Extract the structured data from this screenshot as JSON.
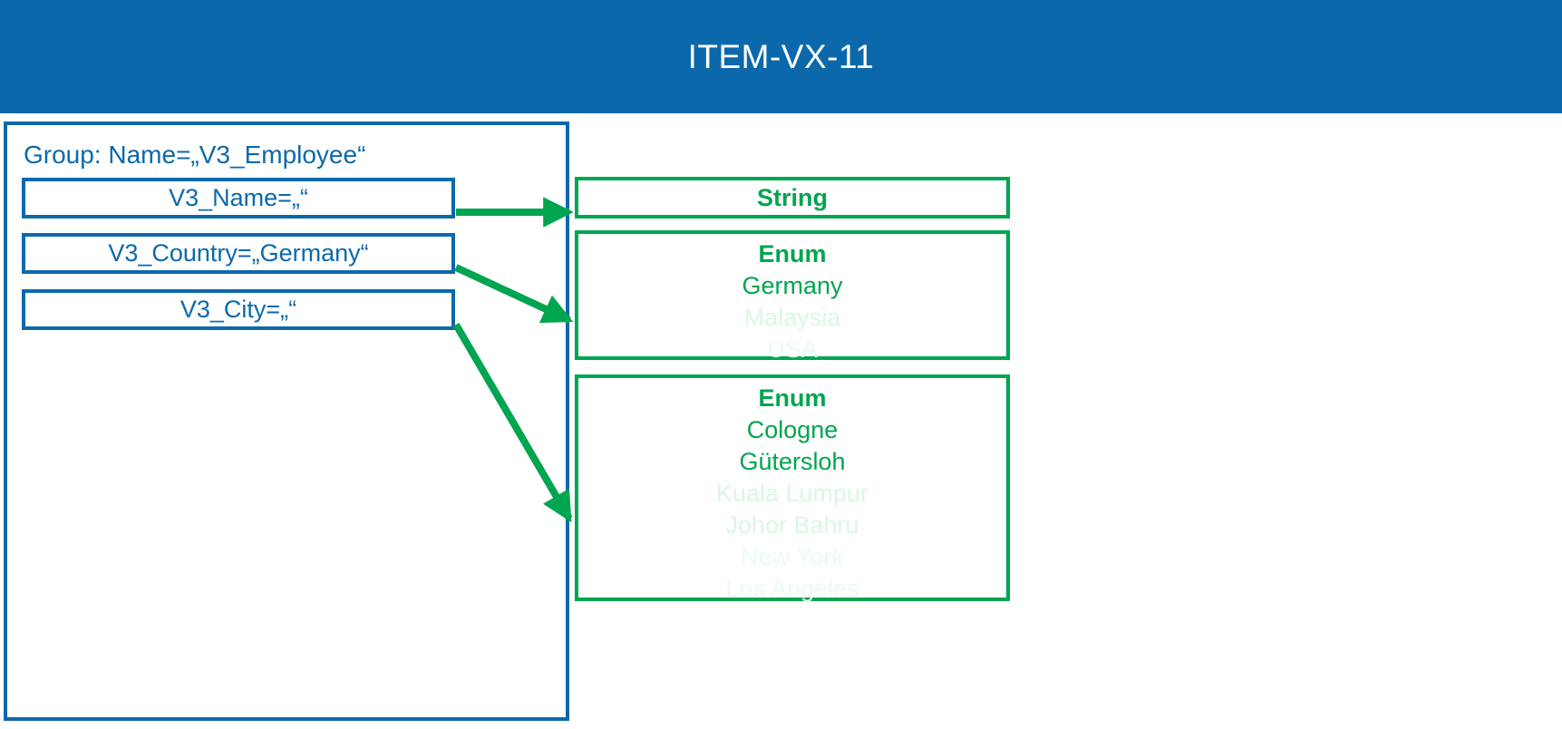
{
  "header": {
    "title": "ITEM-VX-11",
    "background_color": "#0b69ab",
    "text_color": "#ffffff"
  },
  "colors": {
    "blue": "#0b69ab",
    "green": "#00a550",
    "green_faded": "#d9f7e4",
    "green_faded_light": "#eafbf1",
    "white": "#ffffff"
  },
  "group_panel": {
    "label": "Group: Name=„V3_Employee“",
    "fields": [
      {
        "label": "V3_Name=„“"
      },
      {
        "label": "V3_Country=„Germany“"
      },
      {
        "label": "V3_City=„“"
      }
    ]
  },
  "type_boxes": [
    {
      "title": "String",
      "values": []
    },
    {
      "title": "Enum",
      "values": [
        {
          "text": "Germany",
          "state": "active"
        },
        {
          "text": "Malaysia",
          "state": "faded"
        },
        {
          "text": "USA",
          "state": "faded2"
        }
      ]
    },
    {
      "title": "Enum",
      "values": [
        {
          "text": "Cologne",
          "state": "active"
        },
        {
          "text": "Gütersloh",
          "state": "active"
        },
        {
          "text": "Kuala Lumpur",
          "state": "faded"
        },
        {
          "text": "Johor Bahru",
          "state": "faded"
        },
        {
          "text": "New York",
          "state": "faded2"
        },
        {
          "text": "Los Angeles",
          "state": "faded2"
        }
      ]
    }
  ],
  "connectors": [
    {
      "name": "name-to-string",
      "from_field": "V3_Name=„“",
      "to_box": "String"
    },
    {
      "name": "country-to-enum",
      "from_field": "V3_Country=„Germany“",
      "to_box": "Enum (countries)"
    },
    {
      "name": "city-to-enum",
      "from_field": "V3_City=„“",
      "to_box": "Enum (cities)"
    }
  ]
}
